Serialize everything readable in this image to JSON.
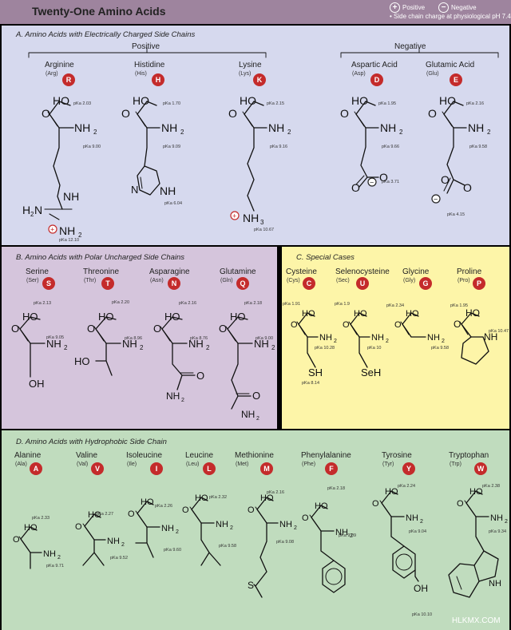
{
  "title": "Twenty-One Amino Acids",
  "legend": {
    "positive": "Positive",
    "negative": "Negative",
    "note": "• Side chain charge at physiological pH 7.4"
  },
  "sections": {
    "a": "A.   Amino Acids with Electrically Charged Side Chains",
    "b": "B.   Amino Acids with Polar Uncharged Side Chains",
    "c": "C.   Special Cases",
    "d": "D.   Amino Acids with Hydrophobic Side Chain"
  },
  "groups": {
    "positive": "Positive",
    "negative": "Negative"
  },
  "amino_acids": [
    {
      "name": "Arginine",
      "abbr": "(Arg)",
      "code": "R"
    },
    {
      "name": "Histidine",
      "abbr": "(His)",
      "code": "H"
    },
    {
      "name": "Lysine",
      "abbr": "(Lys)",
      "code": "K"
    },
    {
      "name": "Aspartic Acid",
      "abbr": "(Asp)",
      "code": "D"
    },
    {
      "name": "Glutamic Acid",
      "abbr": "(Glu)",
      "code": "E"
    },
    {
      "name": "Serine",
      "abbr": "(Ser)",
      "code": "S"
    },
    {
      "name": "Threonine",
      "abbr": "(Thr)",
      "code": "T"
    },
    {
      "name": "Asparagine",
      "abbr": "(Asn)",
      "code": "N"
    },
    {
      "name": "Glutamine",
      "abbr": "(Gln)",
      "code": "Q"
    },
    {
      "name": "Cysteine",
      "abbr": "(Cys)",
      "code": "C"
    },
    {
      "name": "Selenocysteine",
      "abbr": "(Sec)",
      "code": "U"
    },
    {
      "name": "Glycine",
      "abbr": "(Gly)",
      "code": "G"
    },
    {
      "name": "Proline",
      "abbr": "(Pro)",
      "code": "P"
    },
    {
      "name": "Alanine",
      "abbr": "(Ala)",
      "code": "A"
    },
    {
      "name": "Valine",
      "abbr": "(Val)",
      "code": "V"
    },
    {
      "name": "Isoleucine",
      "abbr": "(Ile)",
      "code": "I"
    },
    {
      "name": "Leucine",
      "abbr": "(Leu)",
      "code": "L"
    },
    {
      "name": "Methionine",
      "abbr": "(Met)",
      "code": "M"
    },
    {
      "name": "Phenylalanine",
      "abbr": "(Phe)",
      "code": "F"
    },
    {
      "name": "Tyrosine",
      "abbr": "(Tyr)",
      "code": "Y"
    },
    {
      "name": "Tryptophan",
      "abbr": "(Trp)",
      "code": "W"
    }
  ],
  "pka": {
    "arg": [
      "pKa 2.03",
      "pKa 9.00",
      "pKa 12.10"
    ],
    "his": [
      "pKa 1.70",
      "pKa 9.09",
      "pKa 6.04"
    ],
    "lys": [
      "pKa 2.15",
      "pKa 9.16",
      "pKa 10.67"
    ],
    "asp": [
      "pKa 1.95",
      "pKa 9.66",
      "pKa 3.71"
    ],
    "glu": [
      "pKa 2.16",
      "pKa 9.58",
      "pKa 4.15"
    ],
    "ser": [
      "pKa 2.13",
      "pKa 9.05"
    ],
    "thr": [
      "pKa 2.20",
      "pKa 8.96"
    ],
    "asn": [
      "pKa 2.16",
      "pKa 8.76"
    ],
    "gln": [
      "pKa 2.18",
      "pKa 9.00"
    ],
    "cys": [
      "pKa 1.91",
      "pKa 10.28",
      "pKa 8.14"
    ],
    "sec": [
      "pKa 1.9",
      "pKa 10"
    ],
    "gly": [
      "pKa 2.34",
      "pKa 9.58"
    ],
    "pro": [
      "pKa 1.95",
      "pKa 10.47"
    ],
    "ala": [
      "pKa 2.33",
      "pKa 9.71"
    ],
    "val": [
      "pKa 2.27",
      "pKa 9.52"
    ],
    "ile": [
      "pKa 2.26",
      "pKa 9.60"
    ],
    "leu": [
      "pKa 2.32",
      "pKa 9.58"
    ],
    "met": [
      "pKa 2.16",
      "pKa 9.08"
    ],
    "phe": [
      "pKa 2.18",
      "pKa 9.09"
    ],
    "tyr": [
      "pKa 2.24",
      "pKa 9.04",
      "pKa 10.10"
    ],
    "trp": [
      "pKa 2.38",
      "pKa 9.34"
    ]
  },
  "atoms": {
    "ho": "HO",
    "o": "O",
    "nh2": "NH",
    "sub2": "2",
    "nh": "NH",
    "h2n": "H",
    "n": "N",
    "h": "H",
    "nh3": "NH",
    "sub3": "3",
    "oh": "OH",
    "sh": "SH",
    "seh": "SeH",
    "s": "S",
    "plus": "+",
    "minus": "−"
  },
  "colors": {
    "header": "#9e849e",
    "panel_a": "#d6d9ee",
    "panel_b": "#d5c5dc",
    "panel_c": "#fdf5a8",
    "panel_d": "#c0dcbe",
    "badge": "#c42b2b"
  },
  "watermark": "HLKMX.COM"
}
